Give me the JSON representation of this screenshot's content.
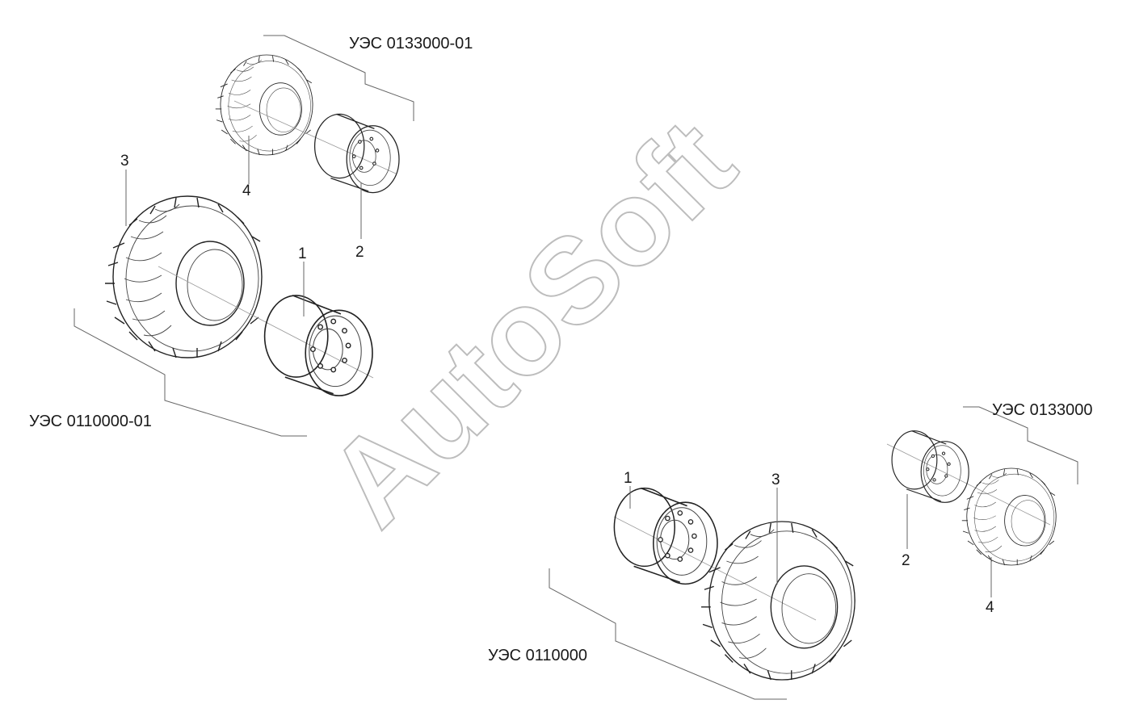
{
  "assemblies": {
    "top_left_upper": "УЭС 0133000-01",
    "top_left_lower": "УЭС 0110000-01",
    "bottom_right_upper": "УЭС 0133000",
    "bottom_right_lower": "УЭС 0110000"
  },
  "callouts": {
    "tl_large_tire": "3",
    "tl_large_rim": "1",
    "tl_small_tire": "4",
    "tl_small_rim": "2",
    "br_large_rim": "1",
    "br_large_tire": "3",
    "br_small_rim": "2",
    "br_small_tire": "4"
  },
  "watermark": "AutoSoft"
}
